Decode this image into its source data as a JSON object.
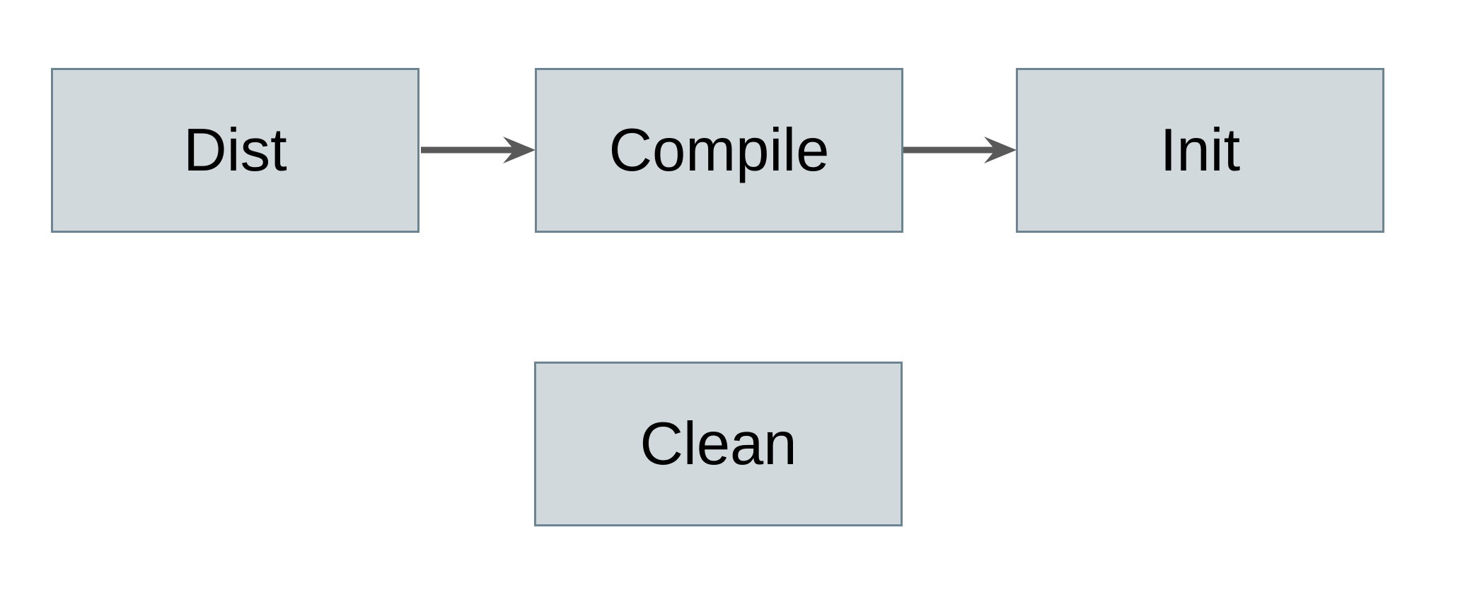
{
  "background_color": "#ffffff",
  "node_style": {
    "fill": "#d2d9dc",
    "border_color": "#6d8592",
    "text_color": "#000000"
  },
  "arrow_color": "#595959",
  "nodes": {
    "dist": {
      "label": "Dist"
    },
    "compile": {
      "label": "Compile"
    },
    "init": {
      "label": "Init"
    },
    "clean": {
      "label": "Clean"
    }
  },
  "edges": [
    {
      "from": "Dist",
      "to": "Compile"
    },
    {
      "from": "Compile",
      "to": "Init"
    }
  ]
}
